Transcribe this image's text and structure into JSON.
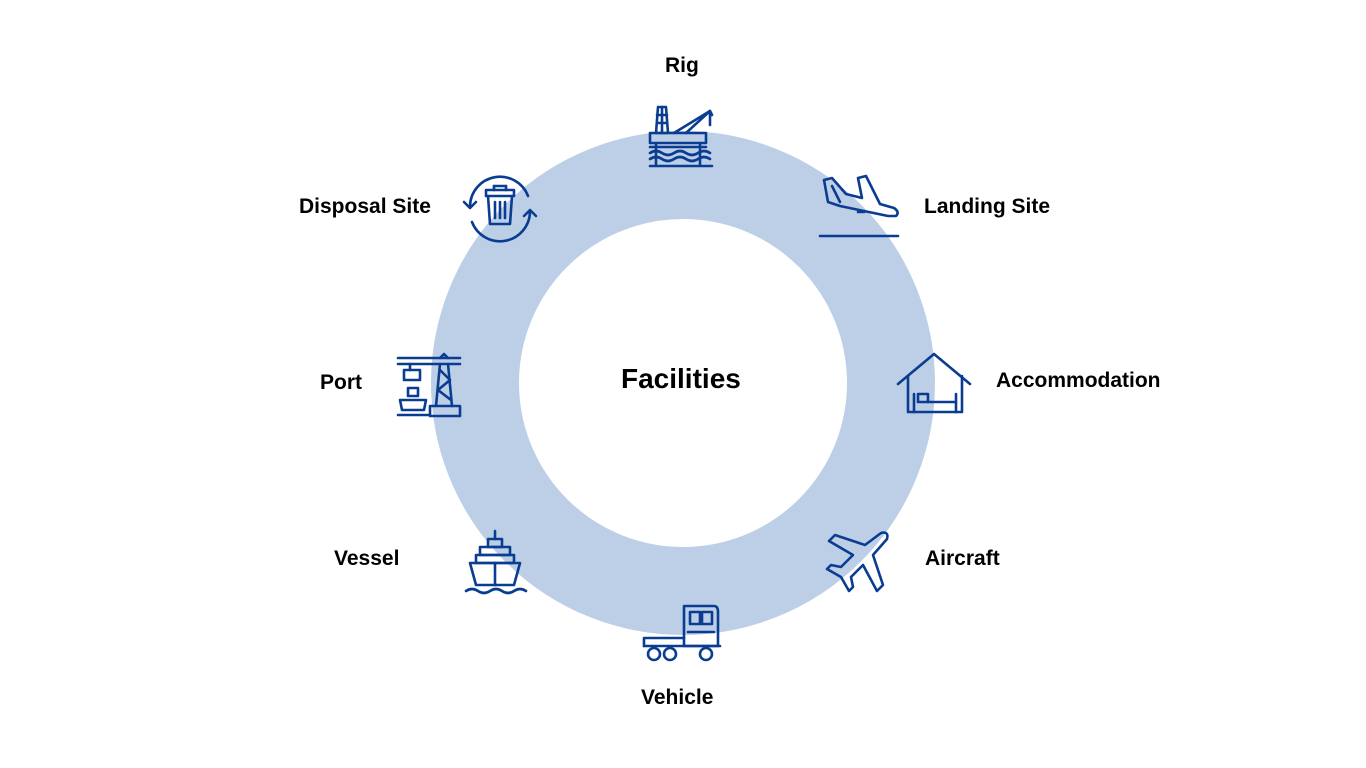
{
  "diagram": {
    "center_label": "Facilities",
    "ring_color": "#bccfe7",
    "icon_color": "#0a3d91",
    "nodes": [
      {
        "label": "Rig",
        "icon": "oil-rig-icon"
      },
      {
        "label": "Landing Site",
        "icon": "airplane-landing-icon"
      },
      {
        "label": "Accommodation",
        "icon": "house-bed-icon"
      },
      {
        "label": "Aircraft",
        "icon": "airplane-icon"
      },
      {
        "label": "Vehicle",
        "icon": "truck-icon"
      },
      {
        "label": "Vessel",
        "icon": "ship-icon"
      },
      {
        "label": "Port",
        "icon": "port-crane-icon"
      },
      {
        "label": "Disposal Site",
        "icon": "recycle-bin-icon"
      }
    ]
  }
}
